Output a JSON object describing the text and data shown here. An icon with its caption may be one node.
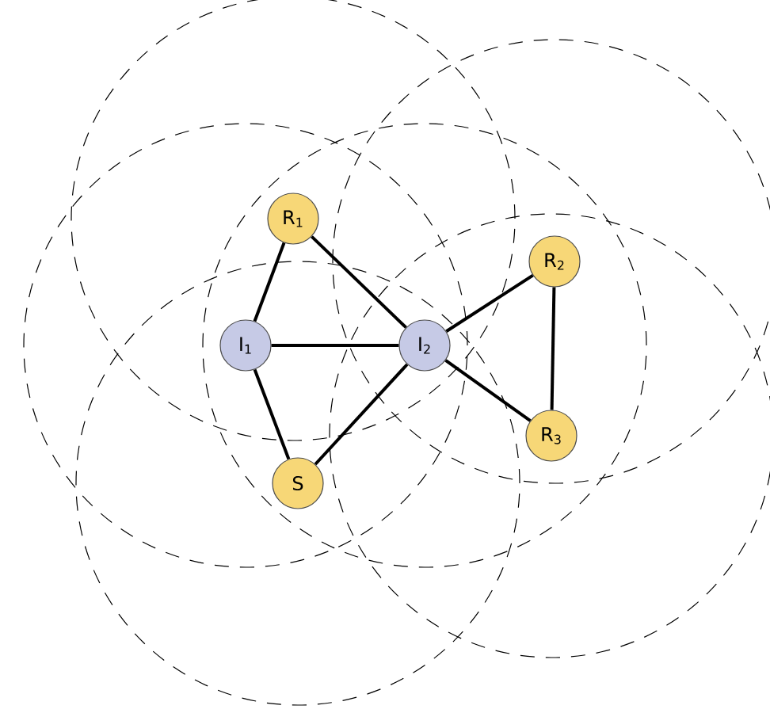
{
  "diagram": {
    "nodes": [
      {
        "text": [
          "R$_{1}$"
        ]
      },
      {
        "text": [
          "I$_{1}$"
        ]
      },
      {
        "text": [
          "I$_{2}$"
        ]
      },
      {
        "text": [
          "R$_{2}$"
        ]
      },
      {
        "text": [
          "R$_{3}$"
        ]
      },
      {
        "text": [
          "S"
        ]
      }
    ],
    "edges": [
      {
        "from": 0,
        "to": 1,
        "arrow": "none"
      },
      {
        "from": 0,
        "to": 2,
        "arrow": "none"
      },
      {
        "from": 1,
        "to": 2,
        "arrow": "none"
      },
      {
        "from": 1,
        "to": 5,
        "arrow": "none"
      },
      {
        "from": 2,
        "to": 5,
        "arrow": "none"
      },
      {
        "from": 2,
        "to": 3,
        "arrow": "none"
      },
      {
        "from": 2,
        "to": 4,
        "arrow": "none"
      },
      {
        "from": 3,
        "to": 4,
        "arrow": "none"
      }
    ]
  }
}
